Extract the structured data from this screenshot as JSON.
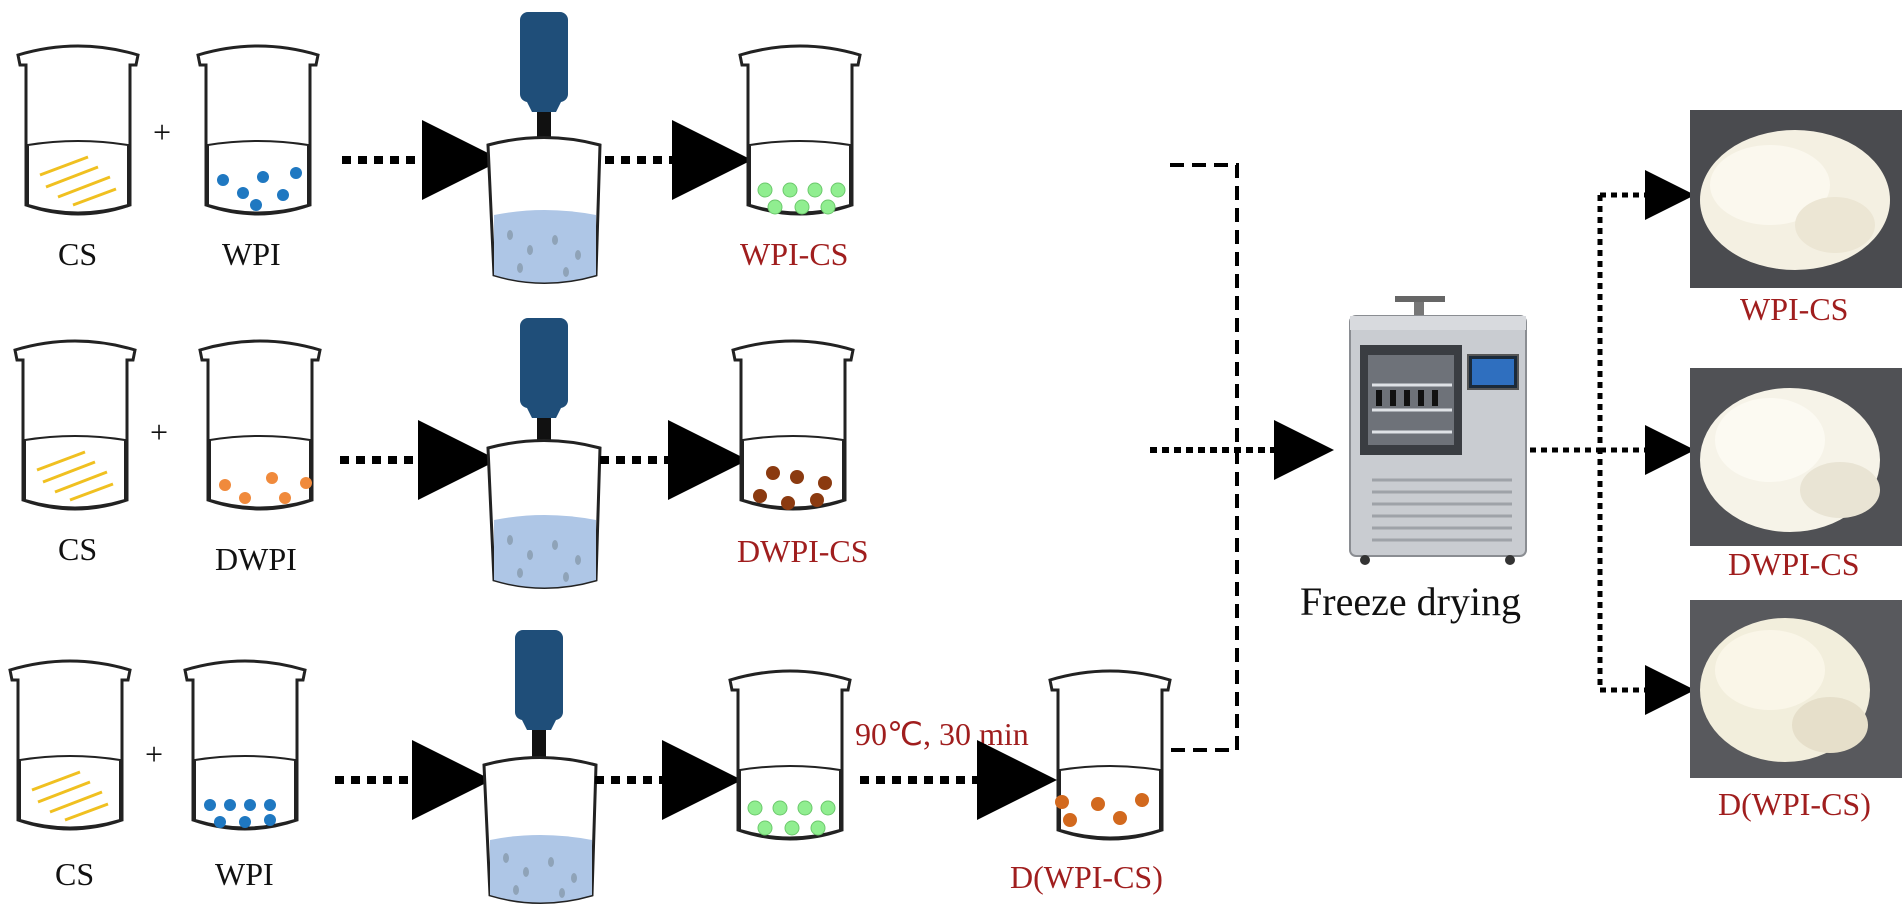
{
  "rows": [
    {
      "left_label": "CS",
      "right_label": "WPI",
      "plus": "+",
      "product_label": "WPI-CS"
    },
    {
      "left_label": "CS",
      "right_label": "DWPI",
      "plus": "+",
      "product_label": "DWPI-CS"
    },
    {
      "left_label": "CS",
      "right_label": "WPI",
      "plus": "+",
      "heat_label": "90℃,   30 min",
      "product_label": "D(WPI-CS)"
    }
  ],
  "freeze_drying_label": "Freeze drying",
  "outputs": [
    {
      "label": "WPI-CS"
    },
    {
      "label": "DWPI-CS"
    },
    {
      "label": "D(WPI-CS)"
    }
  ],
  "colors": {
    "cs_fibers": "#f0c020",
    "wpi_dots": "#1f78c1",
    "dwpi_dots": "#f08a3c",
    "wpi_cs_dots": "#90ee90",
    "dwpi_cs_dots": "#8b3a10",
    "dwpi_cs_heated_dots": "#d2691e",
    "homogenizer": "#1f4e79",
    "water": "#aec6e6",
    "label_red": "#a01e1e"
  }
}
